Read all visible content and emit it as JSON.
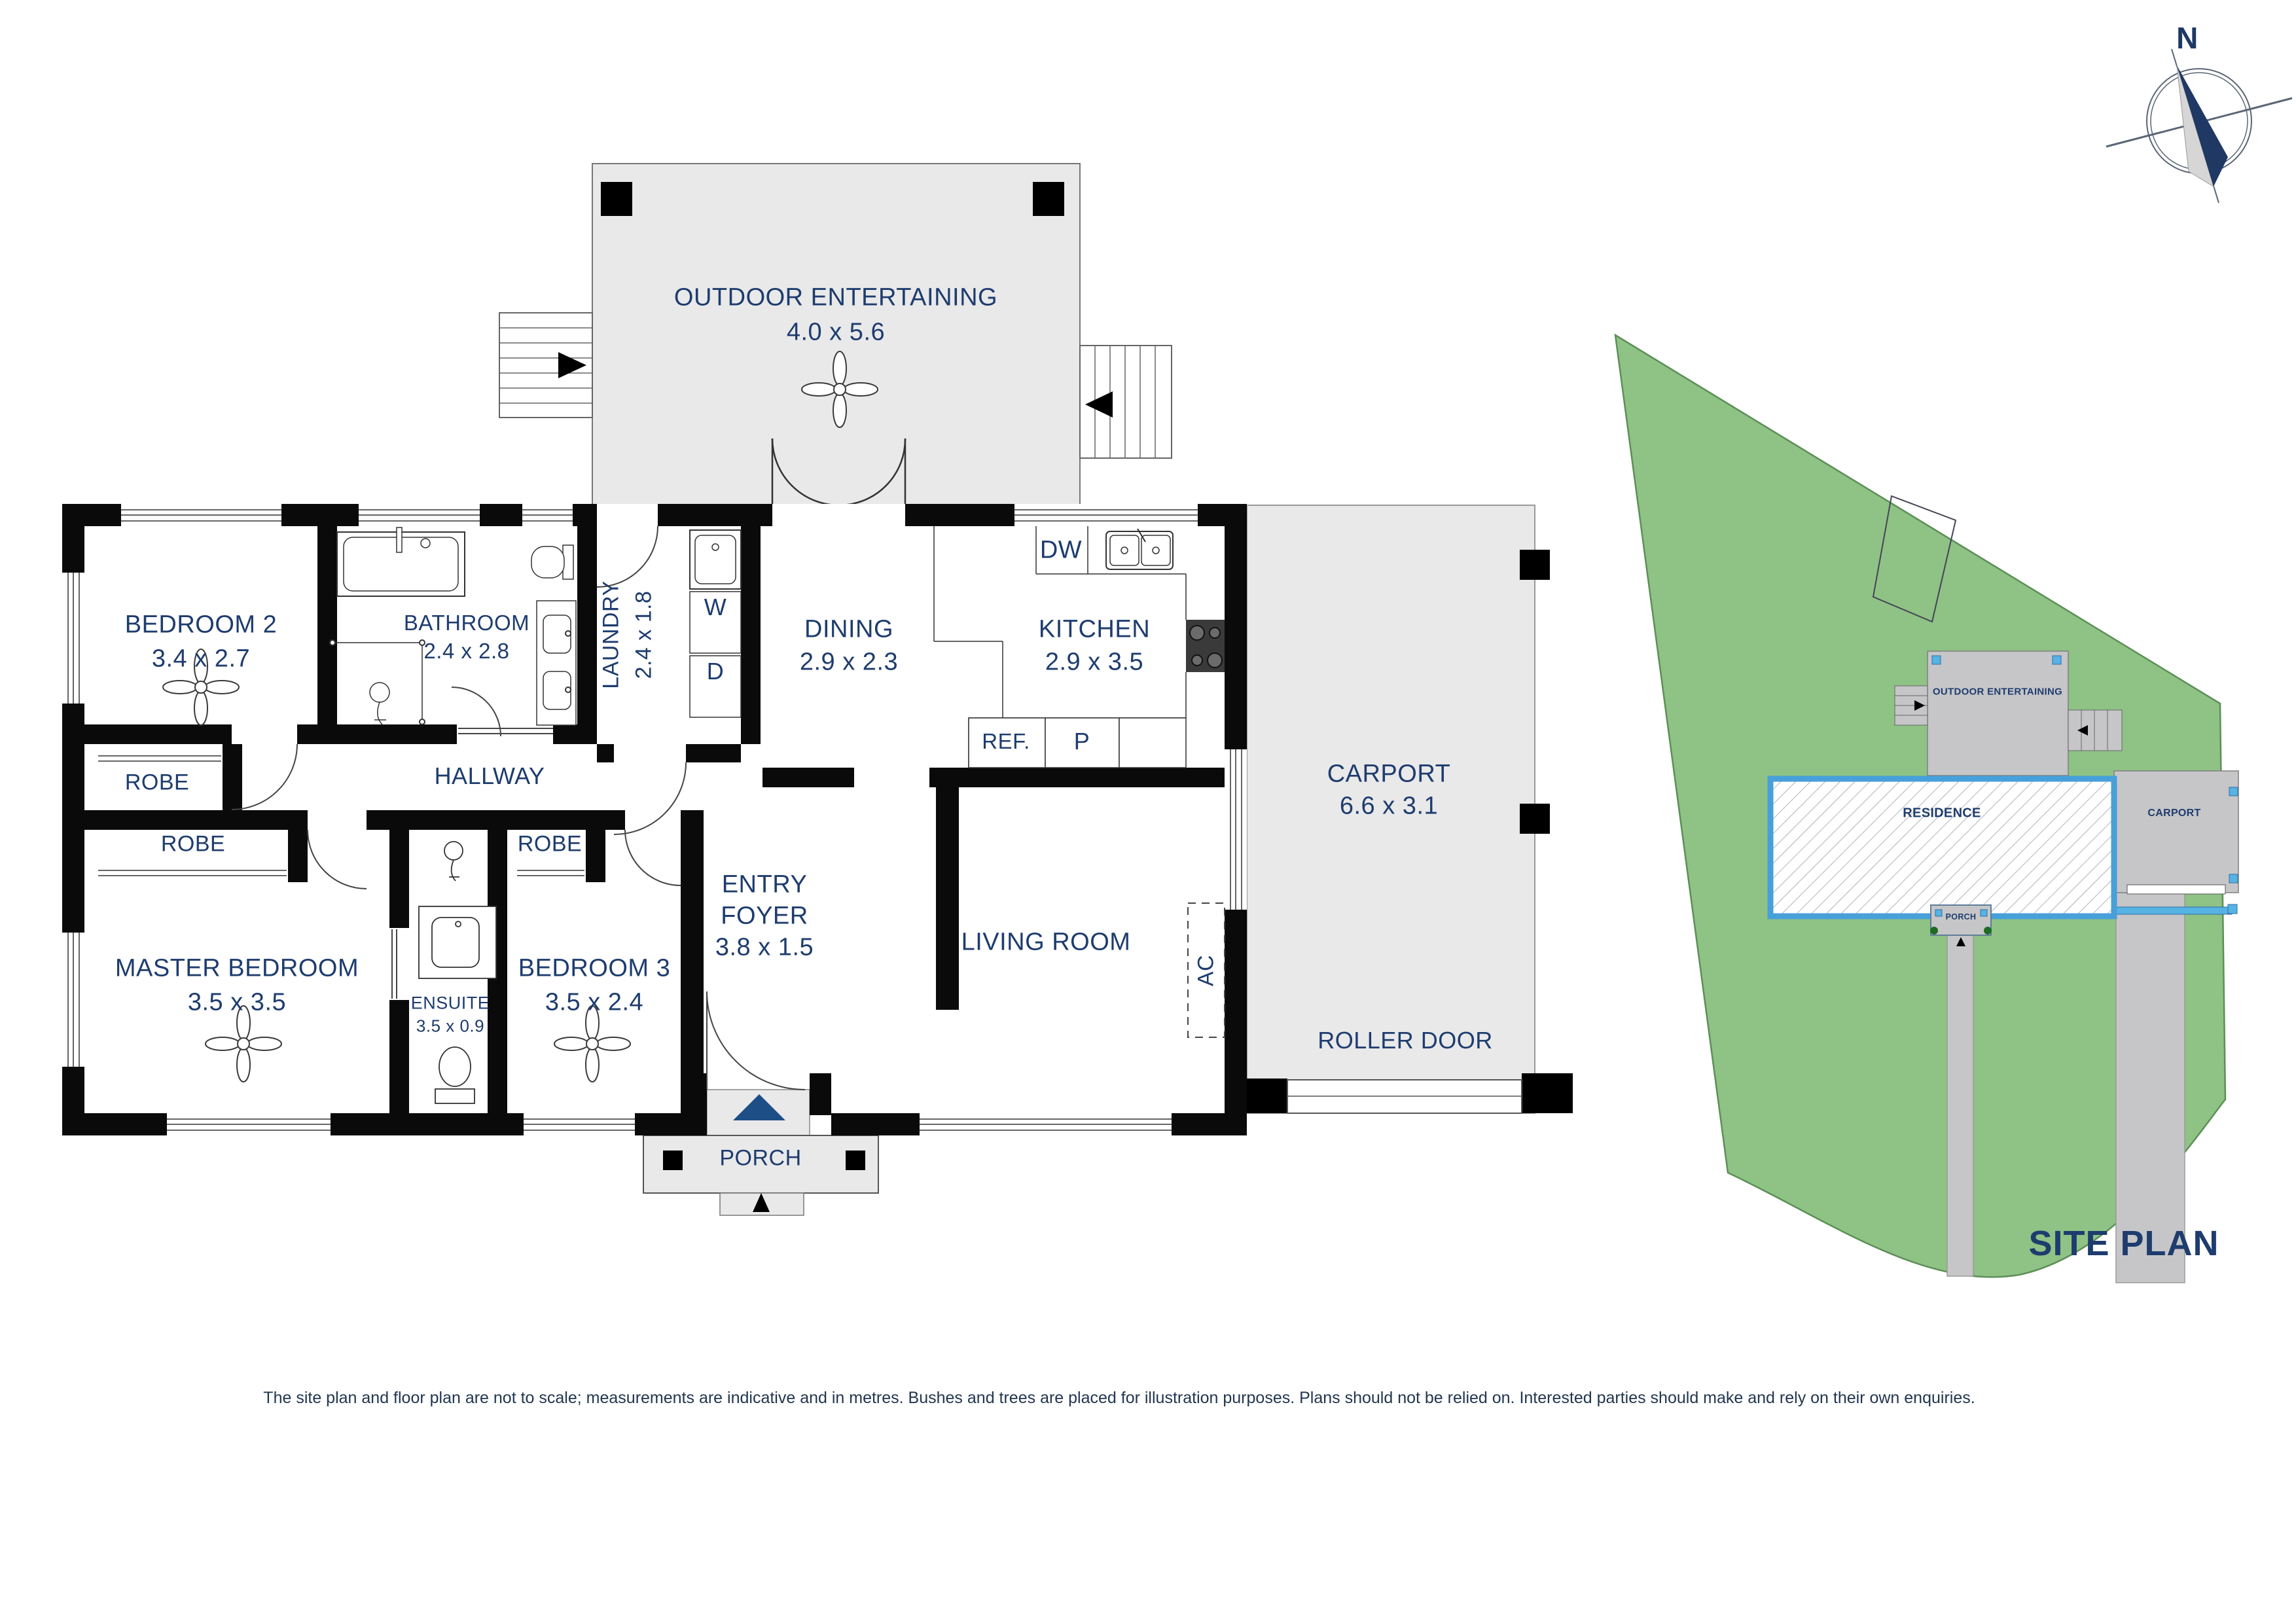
{
  "floor_plan": {
    "outdoor": {
      "name": "OUTDOOR ENTERTAINING",
      "dims": "4.0 x 5.6"
    },
    "bedroom2": {
      "name": "BEDROOM 2",
      "dims": "3.4 x 2.7"
    },
    "bathroom": {
      "name": "BATHROOM",
      "dims": "2.4 x 2.8"
    },
    "laundry": {
      "name": "LAUNDRY",
      "dims": "2.4 x 1.8"
    },
    "dining": {
      "name": "DINING",
      "dims": "2.9 x 2.3"
    },
    "kitchen": {
      "name": "KITCHEN",
      "dims": "2.9 x 3.5"
    },
    "carport": {
      "name": "CARPORT",
      "dims": "6.6 x 3.1"
    },
    "hallway": {
      "name": "HALLWAY"
    },
    "master_bedroom": {
      "name": "MASTER BEDROOM",
      "dims": "3.5 x 3.5"
    },
    "ensuite": {
      "name": "ENSUITE",
      "dims": "3.5 x 0.9"
    },
    "bedroom3": {
      "name": "BEDROOM 3",
      "dims": "3.5 x 2.4"
    },
    "entry_foyer": {
      "line1": "ENTRY",
      "line2": "FOYER",
      "dims": "3.8 x 1.5"
    },
    "living": {
      "name": "LIVING ROOM"
    },
    "porch": {
      "name": "PORCH"
    },
    "robe": "ROBE",
    "roller_door": "ROLLER DOOR",
    "appliances": {
      "dw": "DW",
      "ref": "REF.",
      "pantry": "P",
      "washer": "W",
      "dryer": "D",
      "ac": "AC"
    }
  },
  "site_plan": {
    "title": "SITE PLAN",
    "residence": "RESIDENCE",
    "carport": "CARPORT",
    "outdoor_entertaining": "OUTDOOR ENTERTAINING",
    "porch": "PORCH"
  },
  "compass": {
    "north": "N"
  },
  "footer": {
    "disclaimer": "The site plan and floor plan are not to scale; measurements are indicative and in metres. Bushes and trees are placed for illustration purposes. Plans should not be relied on. Interested parties should make and rely on their own enquiries."
  },
  "colors": {
    "label": "#1e3c6e",
    "wall": "#0a0a0a",
    "floor_gray": "#e9e9ea",
    "site_green": "#8fc285",
    "site_gray": "#c6c6c8",
    "residence_border": "#47a0d9",
    "entry_triangle": "#1d4e86",
    "needle_navy": "#1f3864"
  }
}
